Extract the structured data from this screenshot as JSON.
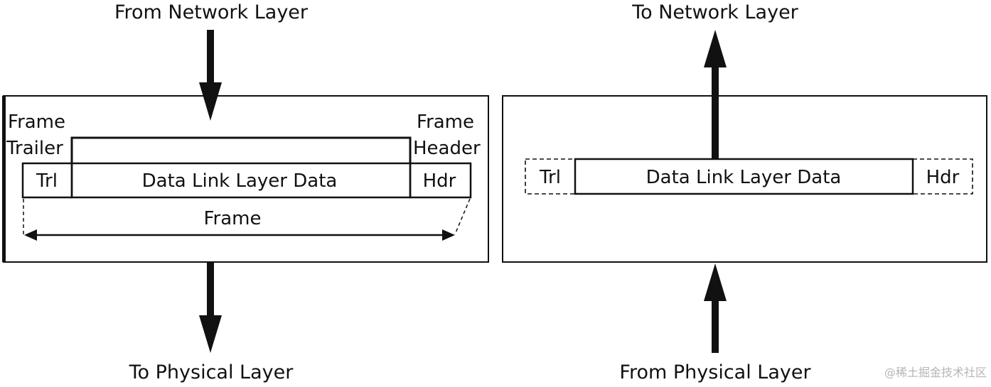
{
  "sender": {
    "top_label": "From Network Layer",
    "bottom_label": "To Physical Layer",
    "frame_trailer_line1": "Frame",
    "frame_trailer_line2": "Trailer",
    "frame_header_line1": "Frame",
    "frame_header_line2": "Header",
    "trl": "Trl",
    "data": "Data Link Layer Data",
    "hdr": "Hdr",
    "frame": "Frame"
  },
  "receiver": {
    "top_label": "To Network Layer",
    "bottom_label": "From Physical Layer",
    "trl": "Trl",
    "data": "Data Link Layer Data",
    "hdr": "Hdr"
  },
  "watermark": "@稀土掘金技术社区"
}
